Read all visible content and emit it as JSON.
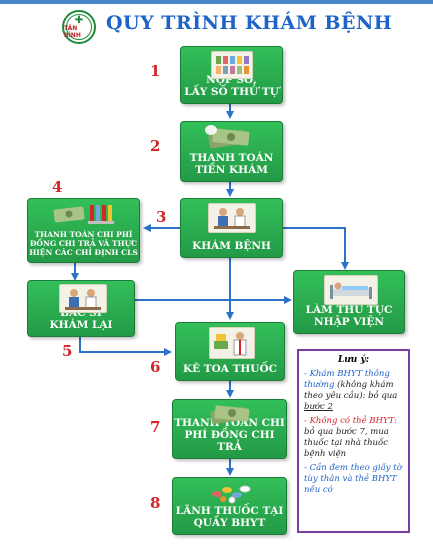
{
  "header": {
    "title": "QUY TRÌNH KHÁM BỆNH",
    "logo_text": "TÂN BÌNH"
  },
  "steps": [
    {
      "number": "1",
      "label": "NỘP SỔ,\nLẤY SỐ THỨ TỰ",
      "icon": "number-tickets-icon"
    },
    {
      "number": "2",
      "label": "THANH TOÁN\nTIỀN KHÁM",
      "icon": "money-icon"
    },
    {
      "number": "3",
      "label": "KHÁM BỆNH",
      "icon": "doctor-patient-icon"
    },
    {
      "number": "4",
      "label": "THANH TOÁN CHI PHÍ\nĐỒNG CHI TRẢ VÀ THỰC\nHIỆN CÁC CHỈ ĐỊNH CLS",
      "icon": "money-tubes-icon"
    },
    {
      "number": "",
      "label": "BÁC SĨ\nKHÁM LẠI",
      "icon": "doctor-patient-icon"
    },
    {
      "number": "",
      "label": "LÀM THỦ TỤC\nNHẬP VIỆN",
      "icon": "hospital-bed-icon"
    },
    {
      "number": "5",
      "label": "",
      "icon": ""
    },
    {
      "number": "6",
      "label": "KÊ TOA THUỐC",
      "icon": "pharmacist-icon"
    },
    {
      "number": "7",
      "label": "THANH TOÁN CHI\nPHÍ ĐỒNG CHI TRẢ",
      "icon": "money-icon"
    },
    {
      "number": "8",
      "label": "LÃNH THUỐC TẠI\nQUẦY BHYT",
      "icon": "medicine-pills-icon"
    }
  ],
  "note": {
    "title": "Lưu ý:",
    "items": [
      {
        "lead": "- Khám BHYT thông thường",
        "text": " (không khám theo yêu cầu): bỏ qua ",
        "tail": "bước 2"
      },
      {
        "lead": "- Không có thẻ BHYT:",
        "text": " bỏ qua bước 7, mua thuốc tại nhà thuốc bệnh viện",
        "tail": ""
      },
      {
        "lead": "- Cần đem theo giấy tờ tùy thân và thẻ BHYT nếu có",
        "text": "",
        "tail": ""
      }
    ]
  },
  "colors": {
    "box_green": "#2db050",
    "title_blue": "#1e63c8",
    "number_red": "#d4252a",
    "arrow_blue": "#2b72c9",
    "note_border": "#7b3da2"
  }
}
